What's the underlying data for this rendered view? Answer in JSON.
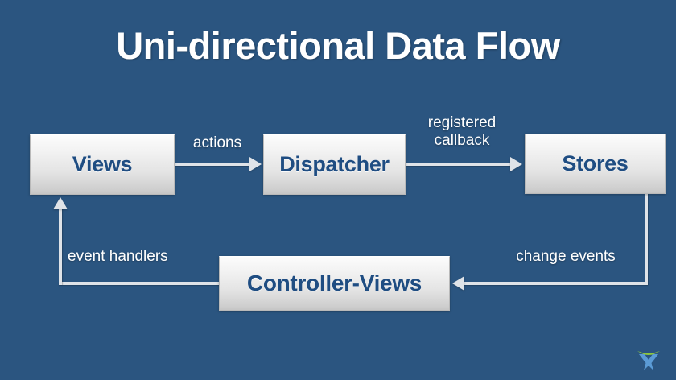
{
  "slide": {
    "title": "Uni-directional Data Flow",
    "background_color": "#2b5580",
    "node_text_color": "#1f4d82",
    "connector_color": "#dfe3e8",
    "title_color": "#ffffff"
  },
  "nodes": [
    {
      "id": "views",
      "label": "Views"
    },
    {
      "id": "dispatcher",
      "label": "Dispatcher"
    },
    {
      "id": "stores",
      "label": "Stores"
    },
    {
      "id": "controller-views",
      "label": "Controller-Views"
    }
  ],
  "edges": [
    {
      "id": "actions",
      "label": "actions",
      "from": "views",
      "to": "dispatcher",
      "direction": "right"
    },
    {
      "id": "registered-callback",
      "label": "registered\ncallback",
      "from": "dispatcher",
      "to": "stores",
      "direction": "right"
    },
    {
      "id": "change-events",
      "label": "change events",
      "from": "stores",
      "to": "controller-views",
      "direction": "left"
    },
    {
      "id": "event-handlers",
      "label": "event handlers",
      "from": "controller-views",
      "to": "views",
      "direction": "up"
    }
  ],
  "logo": {
    "name": "brand-logo",
    "arc_color": "#8cc63f",
    "mark_color": "#5b9bd5"
  }
}
